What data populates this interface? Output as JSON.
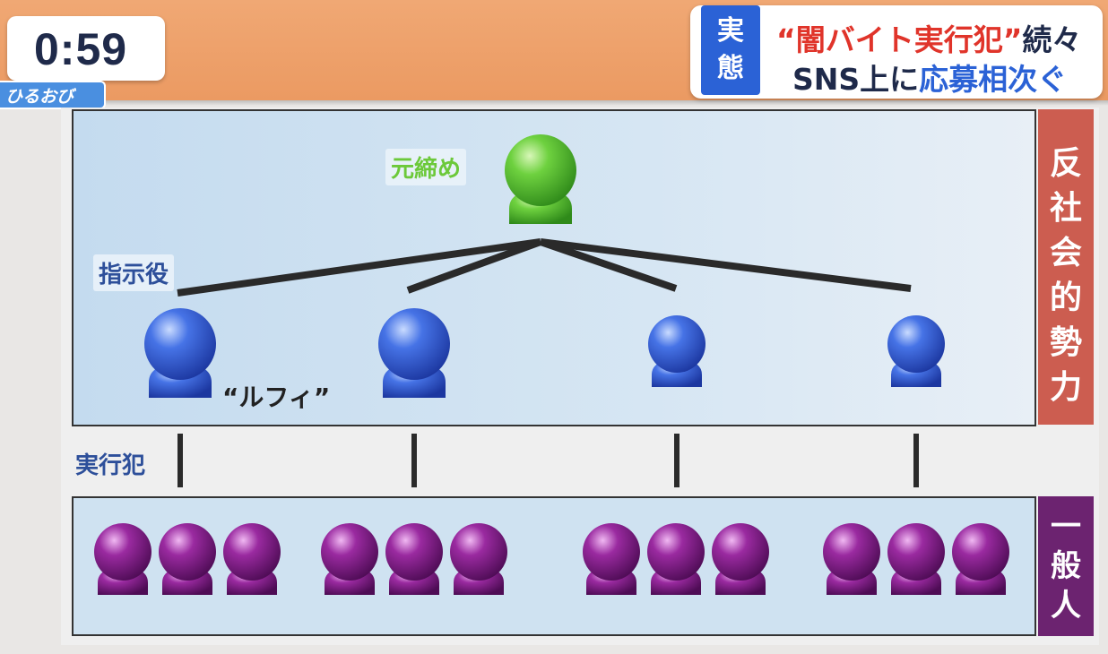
{
  "clock": "0:59",
  "show_logo": "ひるおび",
  "headline": {
    "tag_chars": [
      "実",
      "態"
    ],
    "line1_quote": "“闇バイト実行犯”",
    "line1_suffix": "続々",
    "line2_prefix": "SNS上に",
    "line2_highlight": "応募相次ぐ"
  },
  "labels": {
    "boss": "元締め",
    "instructor": "指示役",
    "luffy": "“ルフィ”",
    "executor": "実行犯"
  },
  "side_tags": {
    "anti_social": [
      "反",
      "社",
      "会",
      "的",
      "勢",
      "力"
    ],
    "general": [
      "一",
      "般",
      "人"
    ]
  },
  "colors": {
    "boss": "#5fc23a",
    "instructor": "#3b63d6",
    "general_public": "#8a1f8f",
    "anti_social_tag": "#cc5d50",
    "general_tag": "#6c2370"
  },
  "diagram": {
    "boss_count": 1,
    "instructor_count": 4,
    "general_groups": 4,
    "general_per_group": 3
  }
}
